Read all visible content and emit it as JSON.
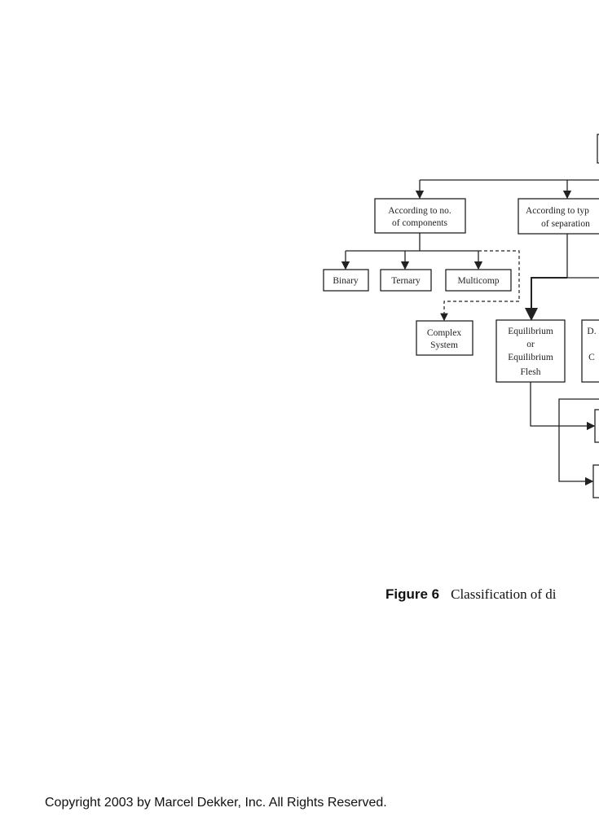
{
  "diagram": {
    "nodes": {
      "by_components": [
        "According to no.",
        "of components"
      ],
      "by_separation": [
        "According to typ",
        "of separation"
      ],
      "binary": "Binary",
      "ternary": "Ternary",
      "multicomp": "Multicomp",
      "complex": [
        "Complex",
        "System"
      ],
      "equilibrium": [
        "Equilibrium",
        "or",
        "Equilibrium",
        "Flesh"
      ],
      "d_box": [
        "D.",
        "C"
      ]
    }
  },
  "caption": {
    "label": "Figure 6",
    "text": "Classification of di"
  },
  "copyright": "Copyright 2003 by Marcel Dekker, Inc. All Rights Reserved."
}
